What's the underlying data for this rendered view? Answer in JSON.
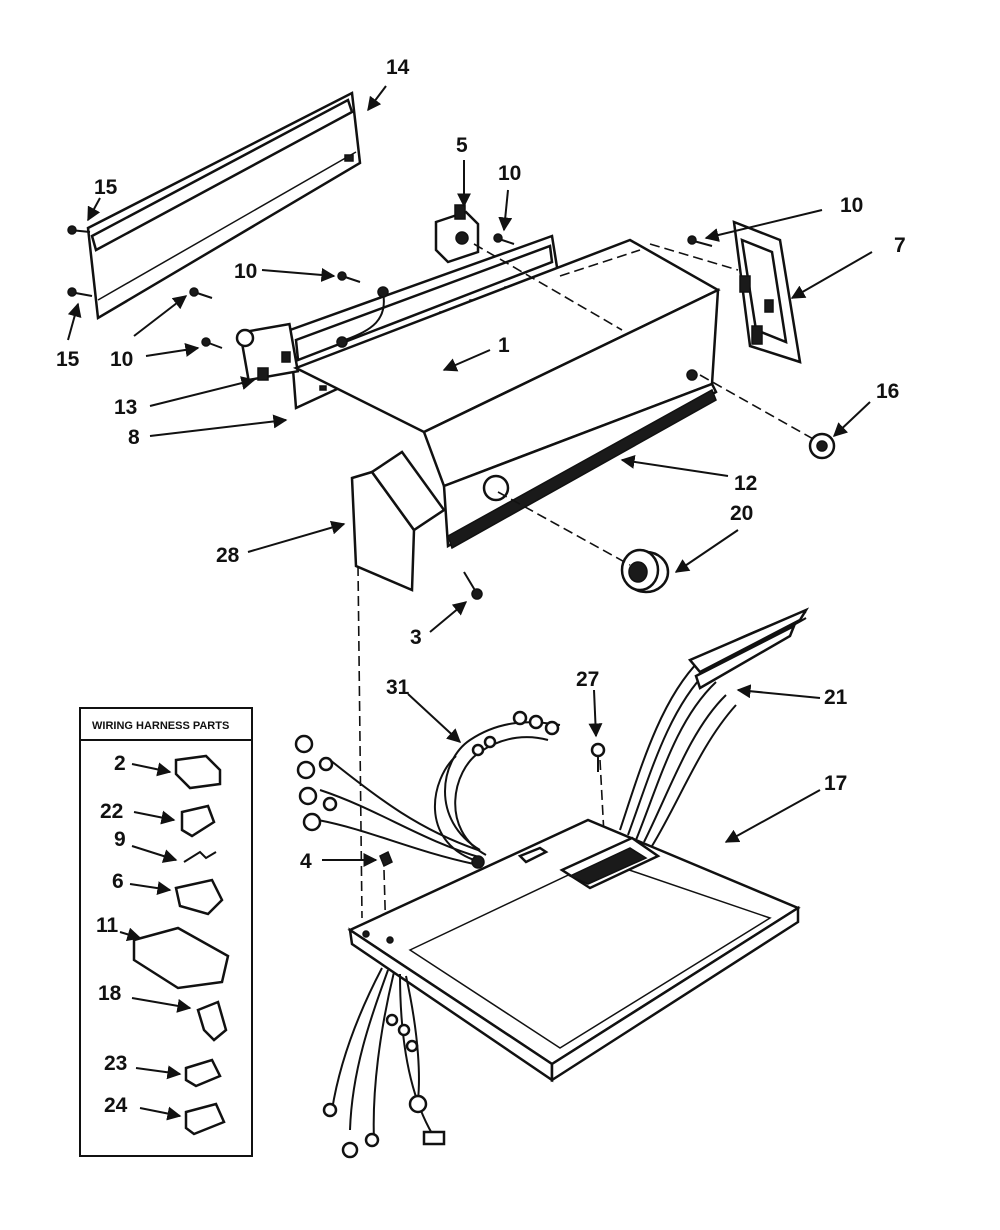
{
  "callouts": {
    "c14": "14",
    "c15a": "15",
    "c15b": "15",
    "c5": "5",
    "c10a": "10",
    "c10b": "10",
    "c10c": "10",
    "c10d": "10",
    "c7": "7",
    "c1": "1",
    "c13": "13",
    "c8": "8",
    "c16": "16",
    "c12": "12",
    "c28": "28",
    "c20": "20",
    "c3": "3",
    "c31": "31",
    "c27": "27",
    "c21": "21",
    "c17": "17",
    "c4": "4"
  },
  "inset": {
    "title": "WIRING HARNESS PARTS",
    "items": [
      "2",
      "22",
      "9",
      "6",
      "11",
      "18",
      "23",
      "24"
    ]
  }
}
